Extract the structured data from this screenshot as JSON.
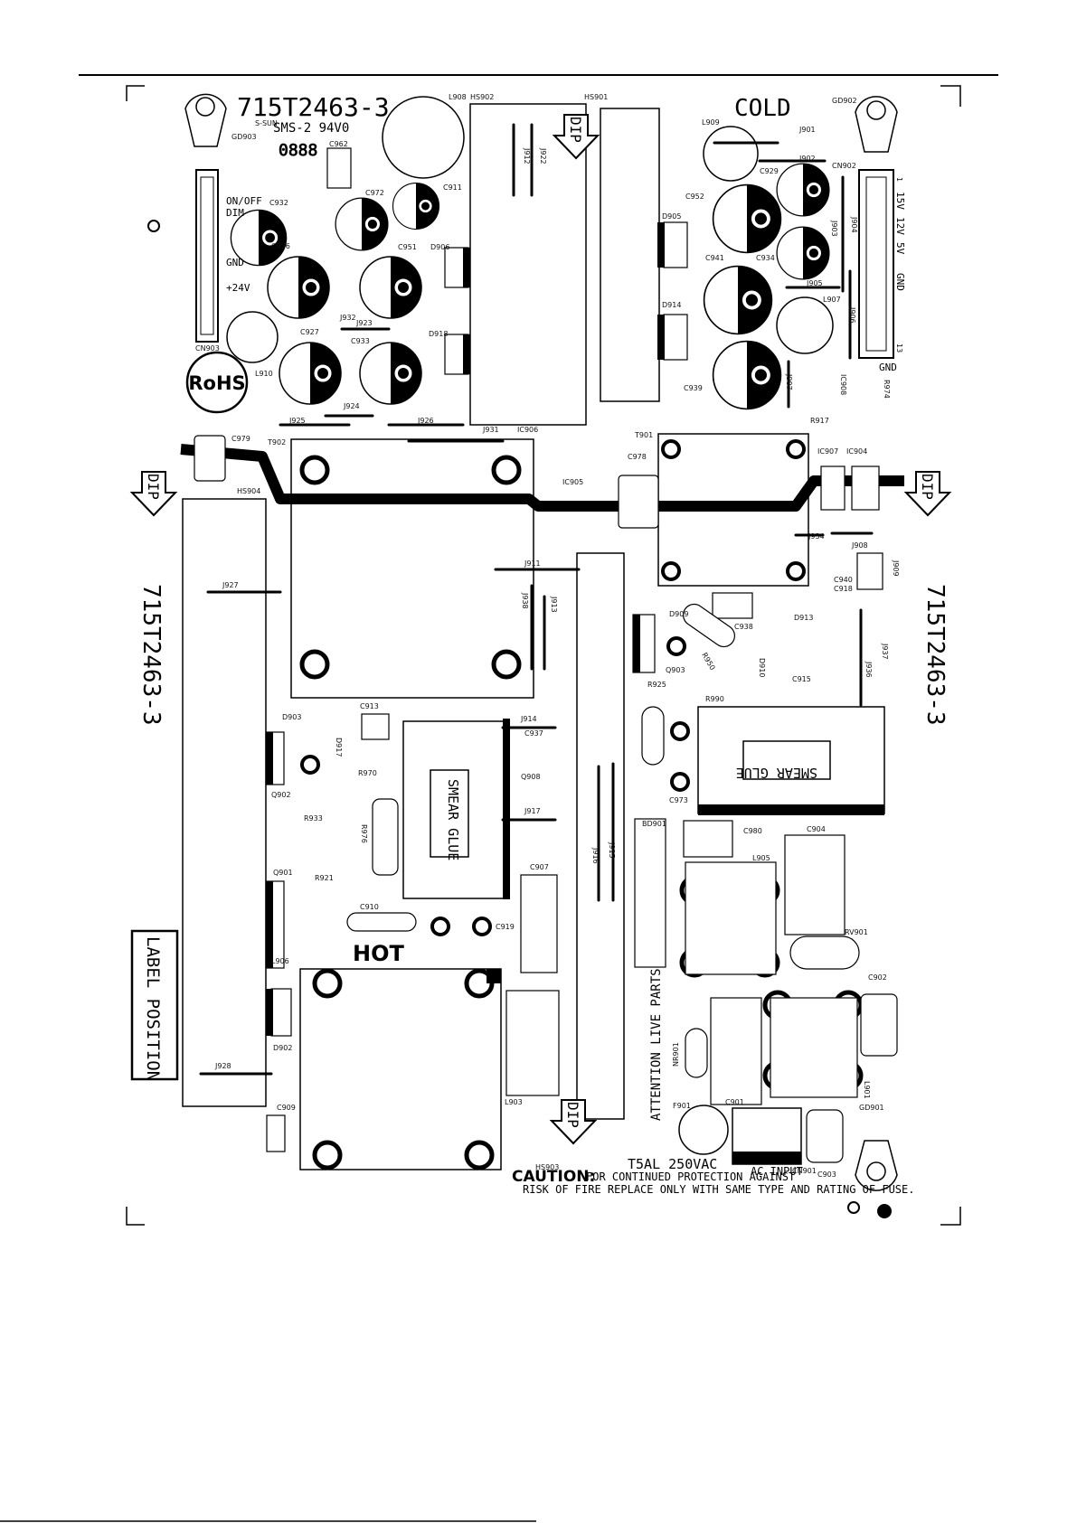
{
  "board": {
    "part_number": "715T2463-3",
    "vendor_mark": "SMS-2 94V0",
    "vendor_small": "S-SUN",
    "date_code": "0888",
    "cold_label": "COLD",
    "hot_label": "HOT",
    "rohs_label": "RoHS",
    "label_position": "LABEL POSITION",
    "dip_label": "DIP",
    "smear_glue": "SMEAR GLUE",
    "attention": "ATTENTION LIVE PARTS",
    "fuse_rating": "T5AL  250VAC",
    "caution_title": "CAUTION:",
    "caution_line1": "FOR CONTINUED PROTECTION AGAINST",
    "caution_line2": "RISK OF FIRE REPLACE ONLY WITH SAME TYPE AND RATING OF FUSE.",
    "ac_input": "AC INPUT",
    "cn902_labels": [
      "1",
      "15V",
      "12V",
      "5V",
      "GND",
      "13",
      "GND"
    ],
    "cn903_labels": [
      "ON/OFF",
      "DIM",
      "GND",
      "+24V"
    ],
    "refs": {
      "L908": "L908",
      "HS902": "HS902",
      "HS901": "HS901",
      "GD902": "GD902",
      "GD903": "GD903",
      "C962": "C962",
      "C972": "C972",
      "C911": "C911",
      "C932": "C932",
      "C936": "C936",
      "C951": "C951",
      "D906": "D906",
      "J912": "J912",
      "J922": "J922",
      "L909": "L909",
      "J901": "J901",
      "J902": "J902",
      "C929": "C929",
      "CN902": "CN902",
      "C952": "C952",
      "D905": "D905",
      "J903": "J903",
      "J904": "J904",
      "C941": "C941",
      "C934": "C934",
      "J905": "J905",
      "L907": "L907",
      "J906": "J906",
      "D914": "D914",
      "C939": "C939",
      "J907": "J907",
      "IC908": "IC908",
      "R917": "R917",
      "R974": "R974",
      "CN903": "CN903",
      "C927": "C927",
      "C933": "C933",
      "D918": "D918",
      "J932": "J932",
      "J923": "J923",
      "L910": "L910",
      "J924": "J924",
      "J925": "J925",
      "J926": "J926",
      "J931": "J931",
      "C979": "C979",
      "T902": "T902",
      "IC906": "IC906",
      "IC905": "IC905",
      "T901": "T901",
      "C978": "C978",
      "IC907": "IC907",
      "IC904": "IC904",
      "HS904": "HS904",
      "J927": "J927",
      "J911": "J911",
      "J938": "J938",
      "J913": "J913",
      "J934": "J934",
      "J908": "J908",
      "C940": "C940",
      "C918": "C918",
      "J909": "J909",
      "D909": "D909",
      "C938": "C938",
      "D913": "D913",
      "J937": "J937",
      "Q903": "Q903",
      "R950": "R950",
      "D910": "D910",
      "C915": "C915",
      "J936": "J936",
      "R925": "R925",
      "R990": "R990",
      "D903": "D903",
      "C913": "C913",
      "J914": "J914",
      "D917": "D917",
      "C937": "C937",
      "Q902": "Q902",
      "R970": "R970",
      "Q908": "Q908",
      "C973": "C973",
      "J917": "J917",
      "R933": "R933",
      "R976": "R976",
      "BD901": "BD901",
      "C980": "C980",
      "C904": "C904",
      "Q901": "Q901",
      "R921": "R921",
      "J916": "J916",
      "J915": "J915",
      "C907": "C907",
      "L905": "L905",
      "C910": "C910",
      "C919": "C919",
      "RV901": "RV901",
      "L906": "L906",
      "C902": "C902",
      "D902": "D902",
      "NR901": "NR901",
      "L901": "L901",
      "J928": "J928",
      "L903": "L903",
      "C909": "C909",
      "HS903": "HS903",
      "F901": "F901",
      "C901": "C901",
      "GD901": "GD901",
      "CN901": "CN901",
      "C903": "C903"
    }
  }
}
